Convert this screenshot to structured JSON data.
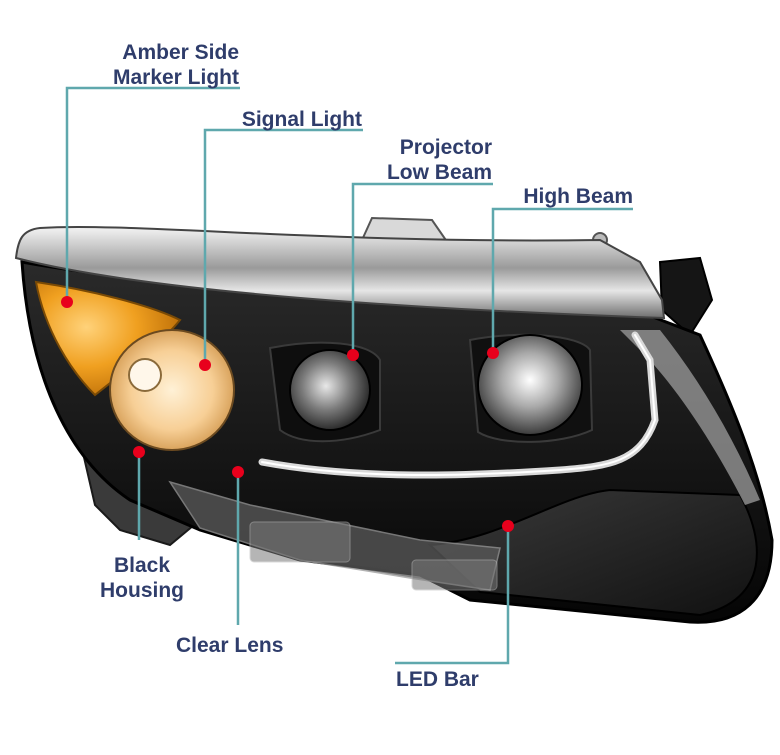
{
  "colors": {
    "label_text": "#2f3d6b",
    "leader_line": "#5fa8ad",
    "marker_dot": "#e8001c",
    "background": "#ffffff"
  },
  "callouts": [
    {
      "id": "amber-side-marker-light",
      "lines": [
        "Amber Side",
        "Marker Light"
      ]
    },
    {
      "id": "signal-light",
      "lines": [
        "Signal Light"
      ]
    },
    {
      "id": "projector-low-beam",
      "lines": [
        "Projector",
        "Low Beam"
      ]
    },
    {
      "id": "high-beam",
      "lines": [
        "High Beam"
      ]
    },
    {
      "id": "black-housing",
      "lines": [
        "Black",
        "Housing"
      ]
    },
    {
      "id": "clear-lens",
      "lines": [
        "Clear Lens"
      ]
    },
    {
      "id": "led-bar",
      "lines": [
        "LED Bar"
      ]
    }
  ]
}
